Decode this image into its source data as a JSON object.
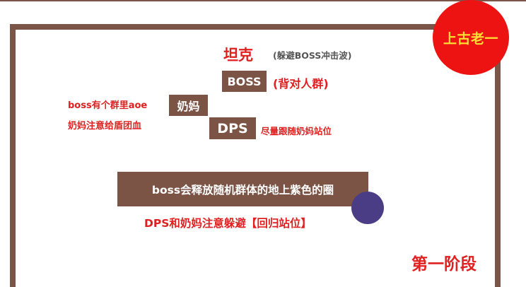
{
  "badge": {
    "label": "上古老一"
  },
  "tank": {
    "label": "坦克",
    "note": "(躲避BOSS冲击波)"
  },
  "boss": {
    "label": "BOSS",
    "note": "(背对人群)"
  },
  "healer": {
    "label": "奶妈",
    "note_line1": "boss有个群里aoe",
    "note_line2": "奶妈注意给盾团血"
  },
  "dps": {
    "label": "DPS",
    "note": "尽量跟随奶妈站位"
  },
  "mechanic": {
    "text": "boss会释放随机群体的地上紫色的圈",
    "note": "DPS和奶妈注意躲避【回归站位】"
  },
  "phase": {
    "label": "第一阶段"
  },
  "colors": {
    "frame": "#7a5548",
    "box": "#7b5446",
    "badge": "#ee1313",
    "badge_text": "#ffe033",
    "accent_red": "#e02020",
    "circle": "#4a3d86"
  }
}
